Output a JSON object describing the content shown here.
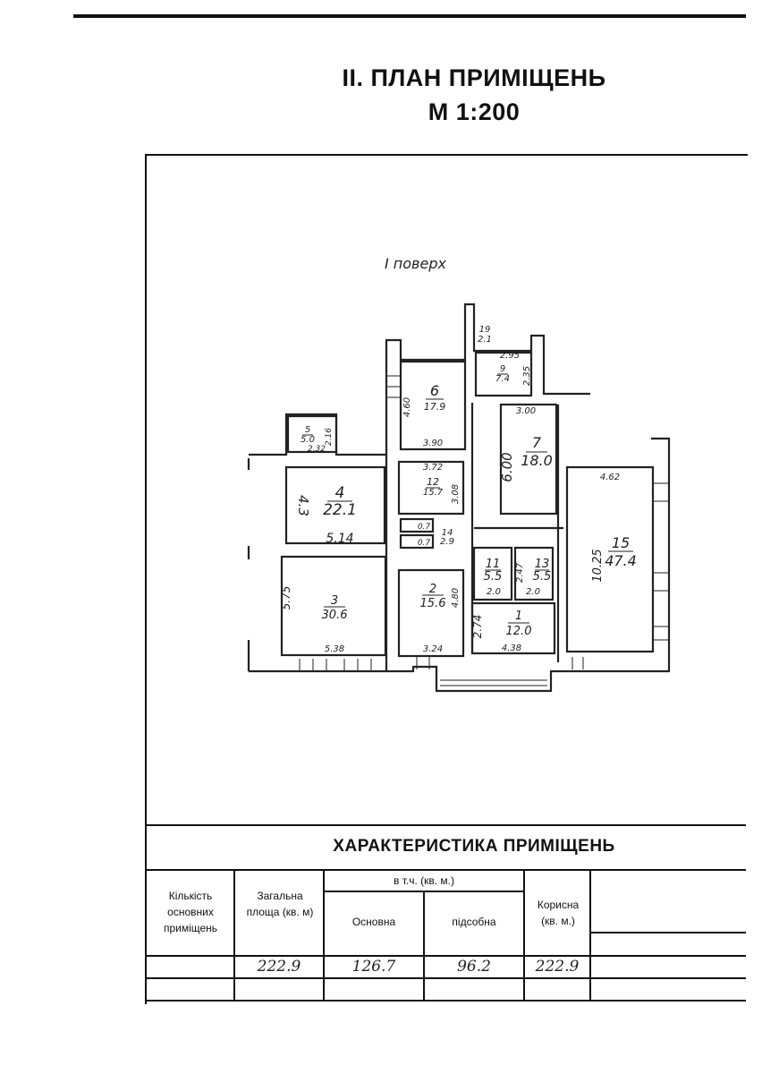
{
  "document": {
    "title": "II. ПЛАН ПРИМІЩЕНЬ",
    "scale": "М 1:200",
    "floor_label": "I поверх"
  },
  "rooms": [
    {
      "number": "1",
      "area": "12.0"
    },
    {
      "number": "2",
      "area": "15.6"
    },
    {
      "number": "3",
      "area": "30.6"
    },
    {
      "number": "4",
      "area": "22.1"
    },
    {
      "number": "5",
      "area": "5.0"
    },
    {
      "number": "6",
      "area": "17.9"
    },
    {
      "number": "7",
      "area": "18.0"
    },
    {
      "number": "9",
      "area": "7.4"
    },
    {
      "number": "11",
      "area": "5.5"
    },
    {
      "number": "12",
      "area": "15.7"
    },
    {
      "number": "13",
      "area": "5.5"
    },
    {
      "number": "14",
      "area": "2.9"
    },
    {
      "number": "15",
      "area": "47.4"
    },
    {
      "number": "19",
      "area": "2.1"
    }
  ],
  "dimensions": {
    "d_3_95": "2.95",
    "d_2_35": "2.35",
    "d_4_60": "4.60",
    "d_3_90": "3.90",
    "d_3_00": "3.00",
    "d_6_00": "6.00",
    "d_2_32": "2.32",
    "d_2_16": "2.16",
    "d_3_72": "3.72",
    "d_3_08": "3.08",
    "d_4_3": "4.3",
    "d_5_14": "5.14",
    "d_4_62": "4.62",
    "d_10_25": "10.25",
    "d_5_75": "5.75",
    "d_5_38": "5.38",
    "d_4_80": "4.80",
    "d_3_24": "3.24",
    "d_2_74": "2.74",
    "d_4_38": "4.38",
    "d_2_47": "2.47",
    "d_2_0a": "2.0",
    "d_2_0b": "2.0",
    "d_wc1": "0.7",
    "d_wc2": "0.7"
  },
  "characteristics": {
    "section_title": "ХАРАКТЕРИСТИКА ПРИМІЩЕНЬ",
    "headers": {
      "count": "Кількість основних приміщень",
      "total_area": "Загальна площа (кв. м)",
      "including": "в т.ч. (кв. м.)",
      "main": "Основна",
      "auxiliary": "підсобна",
      "useful": "Корисна (кв. м.)"
    },
    "values": {
      "count": "",
      "total_area": "222.9",
      "main": "126.7",
      "auxiliary": "96.2",
      "useful": "222.9"
    }
  }
}
